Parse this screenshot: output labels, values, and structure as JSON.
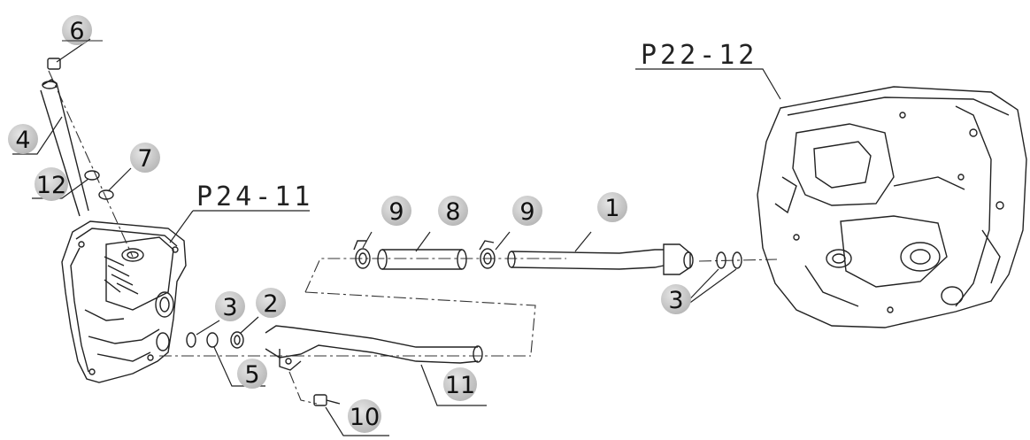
{
  "assembly_refs": {
    "left_housing": "P24-11",
    "right_housing": "P22-12"
  },
  "callouts": {
    "c6": "6",
    "c4": "4",
    "c7": "7",
    "c12": "12",
    "c9a": "9",
    "c8": "8",
    "c9b": "9",
    "c1": "1",
    "c3a": "3",
    "c2": "2",
    "c5": "5",
    "c3b": "3",
    "c11": "11",
    "c10": "10"
  },
  "colors": {
    "callout_fill": "#c8c8c8",
    "line": "#222222"
  }
}
